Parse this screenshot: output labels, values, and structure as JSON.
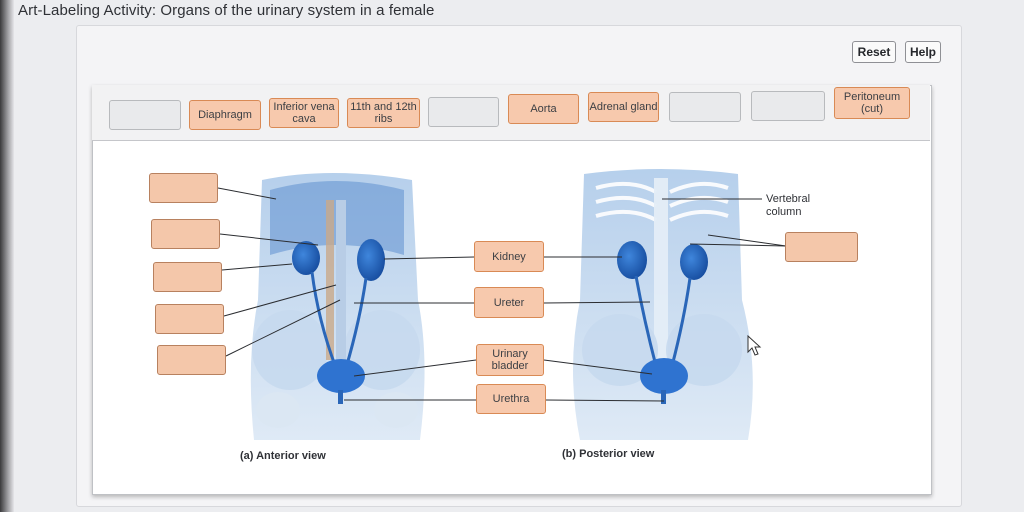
{
  "title": "Art-Labeling Activity: Organs of the urinary system in a female",
  "toolbar": {
    "reset_label": "Reset",
    "help_label": "Help"
  },
  "label_bank": [
    {
      "label": ""
    },
    {
      "label": "Diaphragm"
    },
    {
      "label": "Inferior vena cava"
    },
    {
      "label": "11th and 12th ribs"
    },
    {
      "label": ""
    },
    {
      "label": "Aorta"
    },
    {
      "label": "Adrenal gland"
    },
    {
      "label": ""
    },
    {
      "label": ""
    },
    {
      "label": "Peritoneum (cut)"
    }
  ],
  "placed_labels": {
    "kidney": "Kidney",
    "ureter": "Ureter",
    "urinary_bladder": "Urinary bladder",
    "urethra": "Urethra"
  },
  "fixed_labels": {
    "vertebral_column": "Vertebral column"
  },
  "captions": {
    "anterior": "(a) Anterior view",
    "posterior": "(b) Posterior view"
  },
  "colors": {
    "chip_fill": "#f7c9ad",
    "chip_border": "#d98a55",
    "organ_blue": "#1f5fb5"
  }
}
